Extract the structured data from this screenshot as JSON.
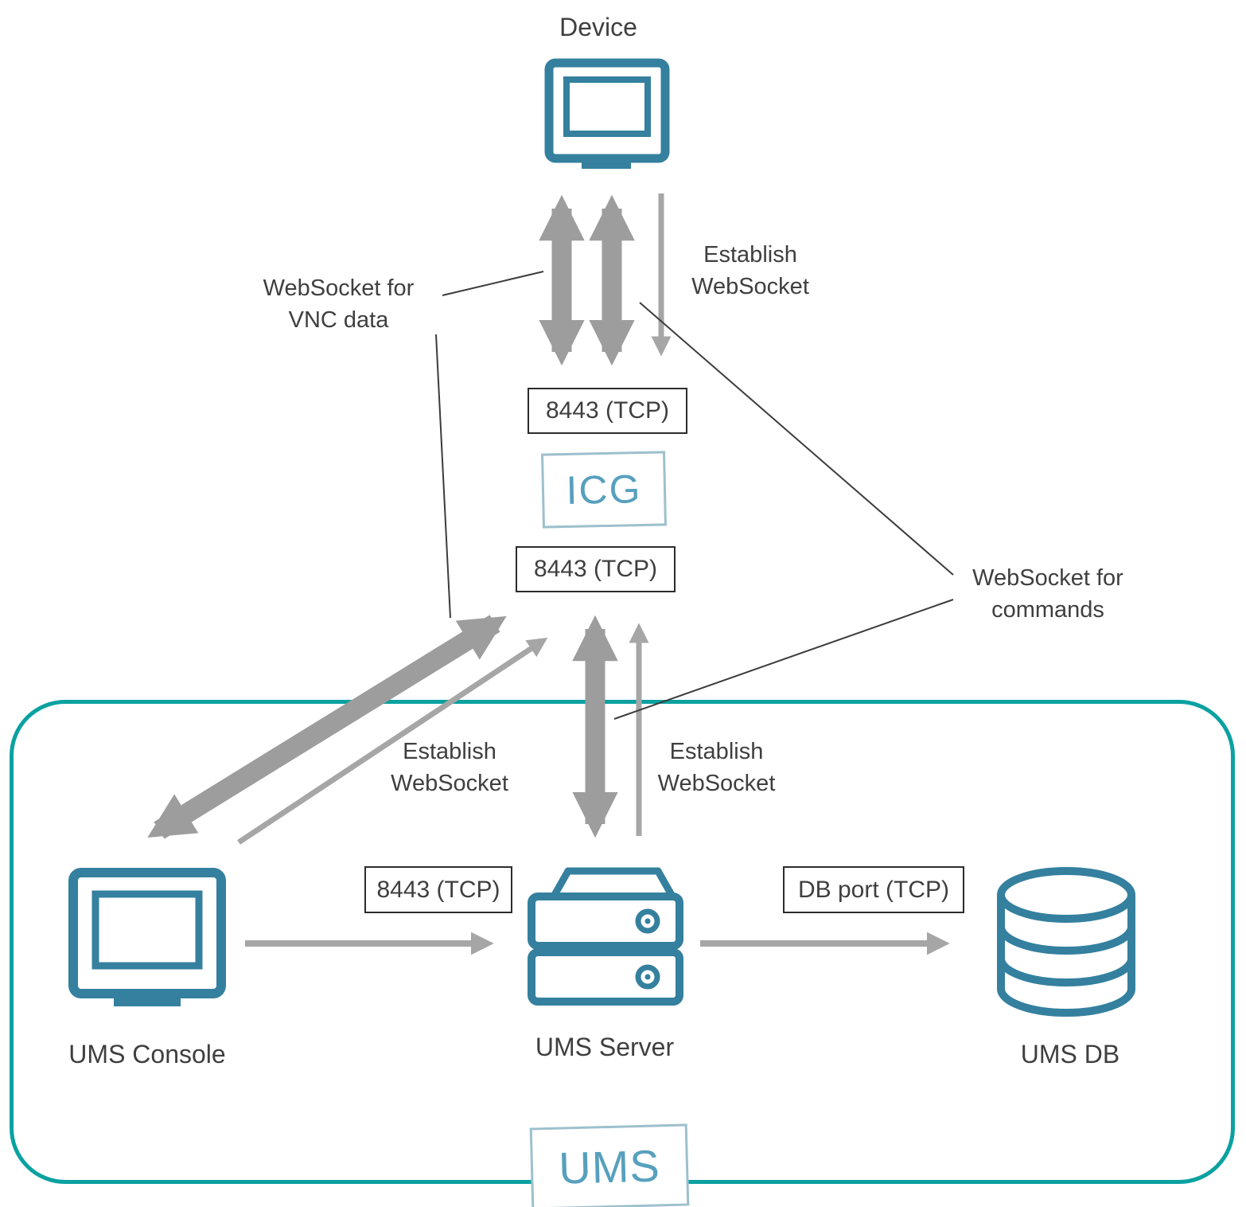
{
  "nodes": {
    "device": "Device",
    "ums_console": "UMS Console",
    "ums_server": "UMS Server",
    "ums_db": "UMS DB"
  },
  "logos": {
    "icg": "ICG",
    "ums": "UMS"
  },
  "ports": {
    "device_icg": "8443 (TCP)",
    "icg_server": "8443 (TCP)",
    "console_server": "8443 (TCP)",
    "server_db": "DB port (TCP)"
  },
  "annotations": {
    "establish_websocket": "Establish\nWebSocket",
    "websocket_vnc": "WebSocket for\nVNC data",
    "websocket_commands": "WebSocket for\ncommands"
  },
  "colors": {
    "icon": "#34809E",
    "logo": "#57A0BD",
    "group_border": "#0BA1A1",
    "arrow_thick": "#9D9D9D",
    "arrow_thin": "#A6A6A6",
    "leader": "#3C3C3C",
    "text": "#3F3F3F"
  }
}
